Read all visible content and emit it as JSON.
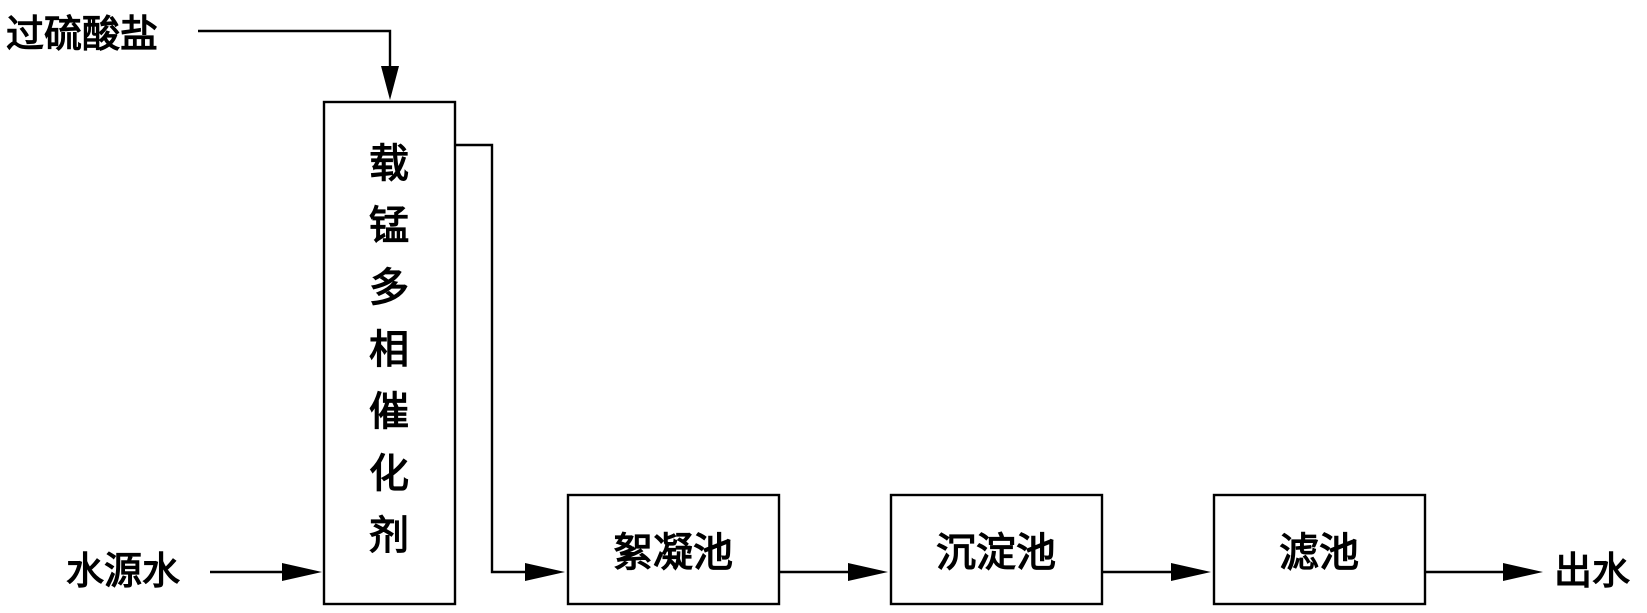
{
  "inputs": {
    "persulfate": "过硫酸盐",
    "source_water": "水源水"
  },
  "units": {
    "catalyst": [
      "载",
      "锰",
      "多",
      "相",
      "催",
      "化",
      "剂"
    ],
    "coagulation": "絮凝池",
    "sedimentation": "沉淀池",
    "filter": "滤池"
  },
  "outputs": {
    "effluent": "出水"
  },
  "colors": {
    "stroke": "#000000",
    "background": "#ffffff"
  }
}
